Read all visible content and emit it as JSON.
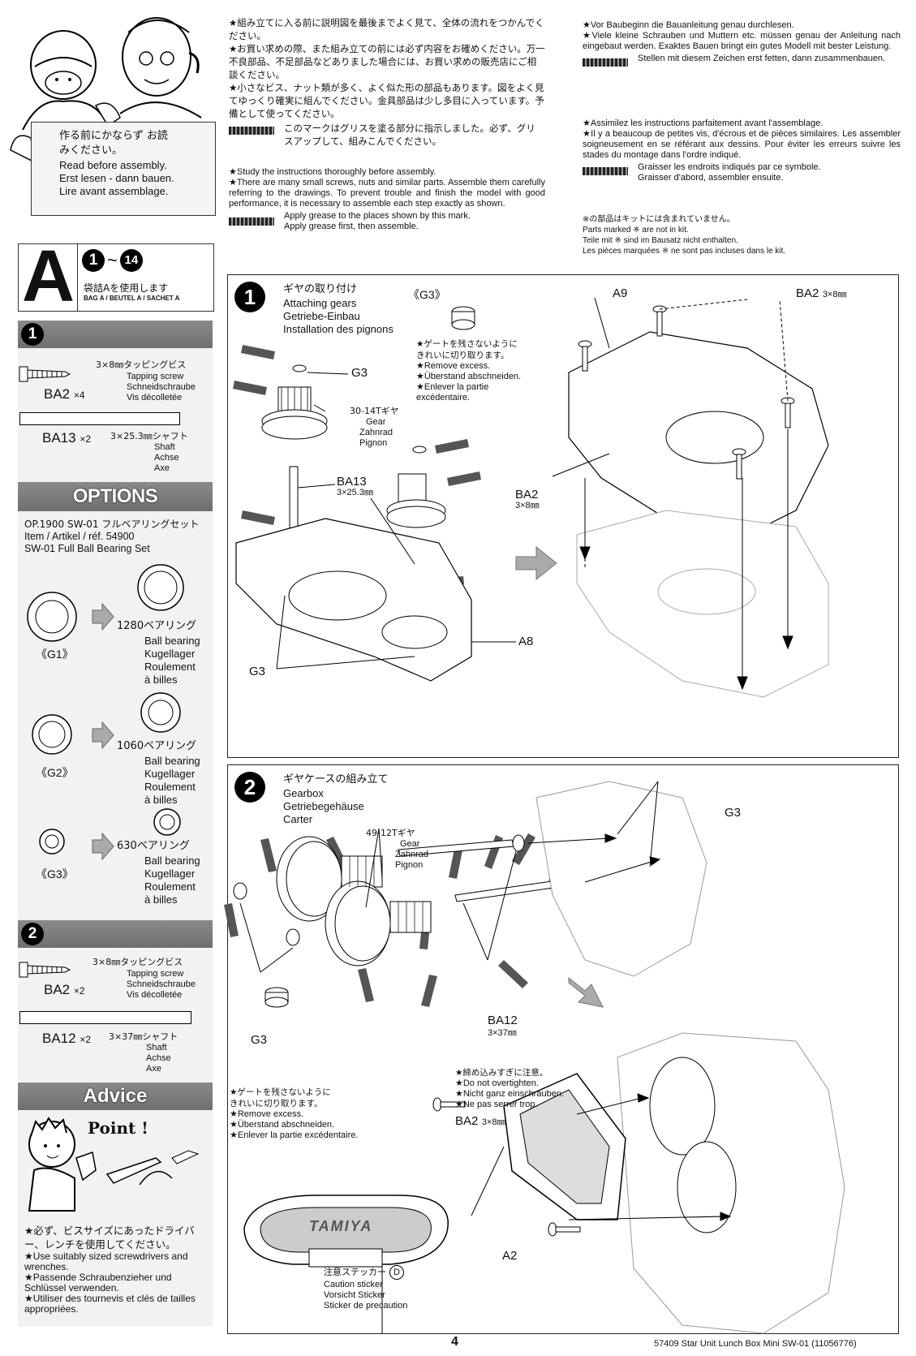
{
  "intro_box": {
    "jp": "作る前にかならず お読みください。",
    "en": "Read before assembly.",
    "de": "Erst lesen - dann bauen.",
    "fr": "Lire avant assemblage."
  },
  "instructions": {
    "jp_lines": [
      "★組み立てに入る前に説明図を最後までよく見て、全体の流れをつかんでください。",
      "★お買い求めの際、また組み立ての前には必ず内容をお確めください。万一不良部品、不足部品などありました場合には、お買い求めの販売店にご相談ください。",
      "★小さなビス、ナット類が多く、よく似た形の部品もあります。図をよく見てゆっくり確実に組んでください。金具部品は少し多目に入っています。予備として使ってください。"
    ],
    "jp_grease": "このマークはグリスを塗る部分に指示しました。必ず、グリスアップして、組みこんでください。",
    "en_lines": [
      "★Study the instructions thoroughly before assembly.",
      "★There are many small screws, nuts and similar parts. Assemble them carefully referring to the drawings. To prevent trouble and finish the model with good performance, it is necessary to assemble each step exactly as shown."
    ],
    "en_grease_1": "Apply grease to the places shown by this mark.",
    "en_grease_2": "Apply grease first, then assemble.",
    "de_lines": [
      "★Vor Baubeginn die Bauanleitung genau durchlesen.",
      "★Viele kleine Schrauben und Muttern etc. müssen genau der Anleitung nach eingebaut werden. Exaktes Bauen bringt ein gutes Modell mit bester Leistung."
    ],
    "de_grease": "Stellen mit diesem Zeichen erst fetten, dann zusammenbauen.",
    "fr_lines": [
      "★Assimilez les instructions parfaitement avant l'assemblage.",
      "★Il y a beaucoup de petites vis, d'écrous et de pièces similaires. Les assembler soigneusement en se référant aux dessins. Pour éviter les erreurs suivre les stades du montage dans l'ordre indiqué."
    ],
    "fr_grease_1": "Graisser les endroits indiqués par ce symbole.",
    "fr_grease_2": "Graisser d'abord, assembler ensuite.",
    "not_in_kit": [
      "※の部品はキットには含まれていません。",
      "Parts marked ※ are not in kit.",
      "Teile mit ※ sind im Bausatz nicht enthalten.",
      "Les pièces marquées ※ ne sont pas incluses dans le kit."
    ]
  },
  "bag": {
    "letter": "A",
    "range_start": "1",
    "range_sep": "~",
    "range_end": "14",
    "jp": "袋詰Aを使用します",
    "multi": "BAG A / BEUTEL A / SACHET A"
  },
  "sidebar_step1": {
    "number": "1",
    "screw_jp": "3×8㎜タッピングビス",
    "screw_en": "Tapping screw",
    "screw_de": "Schneidschraube",
    "screw_fr": "Vis décolletée",
    "screw_code": "BA2",
    "screw_qty": "×4",
    "shaft_jp": "3×25.3㎜シャフト",
    "shaft_en": "Shaft",
    "shaft_de": "Achse",
    "shaft_fr": "Axe",
    "shaft_code": "BA13",
    "shaft_qty": "×2"
  },
  "options": {
    "title": "OPTIONS",
    "item": "OP.1900 SW-01 フルベアリングセット",
    "ref": "Item / Artikel / réf. 54900",
    "name": "SW-01 Full Ball Bearing Set",
    "bearings": [
      {
        "part": "《G1》",
        "jp": "1280ベアリング",
        "en": "Ball bearing",
        "de": "Kugellager",
        "fr1": "Roulement",
        "fr2": "à billes"
      },
      {
        "part": "《G2》",
        "jp": "1060ベアリング",
        "en": "Ball bearing",
        "de": "Kugellager",
        "fr1": "Roulement",
        "fr2": "à billes"
      },
      {
        "part": "《G3》",
        "jp": "630ベアリング",
        "en": "Ball bearing",
        "de": "Kugellager",
        "fr1": "Roulement",
        "fr2": "à billes"
      }
    ]
  },
  "sidebar_step2": {
    "number": "2",
    "screw_jp": "3×8㎜タッピングビス",
    "screw_en": "Tapping screw",
    "screw_de": "Schneidschraube",
    "screw_fr": "Vis décolletée",
    "screw_code": "BA2",
    "screw_qty": "×2",
    "shaft_jp": "3×37㎜シャフト",
    "shaft_en": "Shaft",
    "shaft_de": "Achse",
    "shaft_fr": "Axe",
    "shaft_code": "BA12",
    "shaft_qty": "×2"
  },
  "advice": {
    "title": "Advice",
    "point": "Point !",
    "jp": "★必ず、ビスサイズにあったドライバー、レンチを使用してください。",
    "en": "★Use suitably sized screwdrivers and wrenches.",
    "de": "★Passende Schraubenzieher und Schlüssel verwenden.",
    "fr": "★Utiliser des tournevis et clés de tailles appropriées."
  },
  "step1": {
    "number": "1",
    "jp": "ギヤの取り付け",
    "en": "Attaching gears",
    "de": "Getriebe-Einbau",
    "fr": "Installation des pignons",
    "g3_title": "《G3》",
    "gate_jp1": "★ゲートを残さないように",
    "gate_jp2": "きれいに切り取ります。",
    "gate_en": "★Remove excess.",
    "gate_de": "★Überstand abschneiden.",
    "gate_fr1": "★Enlever la partie",
    "gate_fr2": "excédentaire.",
    "g3_label": "G3",
    "gear_jp": "30-14Tギヤ",
    "gear_en": "Gear",
    "gear_de": "Zahnrad",
    "gear_fr": "Pignon",
    "ba13": "BA13",
    "ba13_size": "3×25.3㎜",
    "g3_bottom": "G3",
    "a8": "A8",
    "a9": "A9",
    "ba2_top": "BA2",
    "ba2_top_size": "3×8㎜",
    "ba2_left": "BA2",
    "ba2_left_size": "3×8㎜"
  },
  "step2": {
    "number": "2",
    "jp": "ギヤケースの組み立て",
    "en": "Gearbox",
    "de": "Getriebegehäuse",
    "fr": "Carter",
    "gear_jp": "49-12Tギヤ",
    "gear_en": "Gear",
    "gear_de": "Zahnrad",
    "gear_fr": "Pignon",
    "g3_top": "G3",
    "g3_left": "G3",
    "ba12": "BA12",
    "ba12_size": "3×37㎜",
    "gate_jp1": "★ゲートを残さないように",
    "gate_jp2": "きれいに切り取ります。",
    "gate_en": "★Remove excess.",
    "gate_de": "★Überstand abschneiden.",
    "gate_fr": "★Enlever la partie excédentaire.",
    "tight_jp": "★締め込みすぎに注意。",
    "tight_en": "★Do not overtighten.",
    "tight_de": "★Nicht ganz einschrauben.",
    "tight_fr": "★Ne pas serrer trop.",
    "ba2": "BA2",
    "ba2_size": "3×8㎜",
    "a2": "A2",
    "sticker_jp": "注意ステッカー",
    "sticker_letter": "D",
    "sticker_en": "Caution sticker",
    "sticker_de": "Vorsicht Sticker",
    "sticker_fr": "Sticker de precaution",
    "cover_text": "TAMIYA"
  },
  "footer": {
    "page": "4",
    "caption": "57409 Star Unit Lunch Box Mini SW-01 (11056776)"
  }
}
